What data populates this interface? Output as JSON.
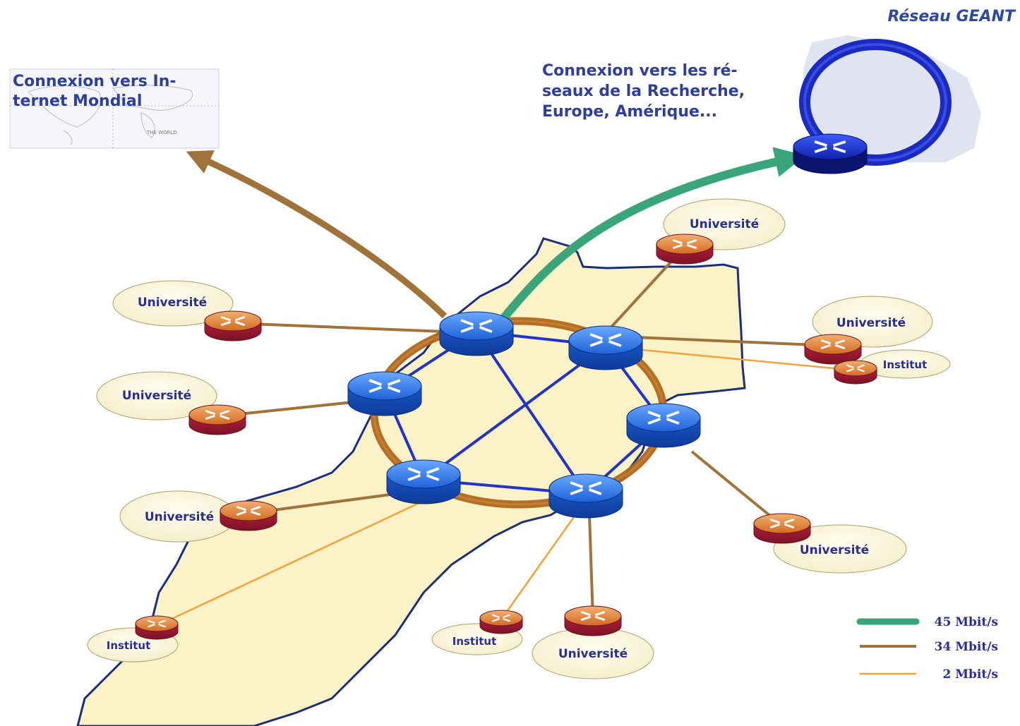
{
  "header": {
    "network_title": "Réseau GEANT"
  },
  "internet_link": {
    "text_lines": [
      "Connexion vers In-",
      "ternet Mondial"
    ],
    "map_caption": "THE WORLD"
  },
  "research_link": {
    "text_lines": [
      "Connexion vers les ré-",
      "seaux de la Recherche,",
      "Europe, Amérique..."
    ]
  },
  "sites": {
    "univ_1": "Université",
    "univ_2": "Université",
    "univ_3": "Université",
    "univ_4": "Université",
    "univ_5": "Université",
    "univ_6": "Université",
    "univ_7": "Université",
    "inst_1": "Institut",
    "inst_2": "Institut",
    "inst_3": "Institut"
  },
  "legend": [
    {
      "label": "45 Mbit/s",
      "color": "#3aa57a"
    },
    {
      "label": "34 Mbit/s",
      "color": "#a0733a"
    },
    {
      "label": "2 Mbit/s",
      "color": "#f2a33a"
    }
  ],
  "colors": {
    "backbone": "#2233cc",
    "ring": "#b0661c",
    "country_fill": "#fbf2c8",
    "country_border": "#1b2f7a",
    "router_core": "#1f6fe0",
    "router_edge": "#d9772a"
  }
}
